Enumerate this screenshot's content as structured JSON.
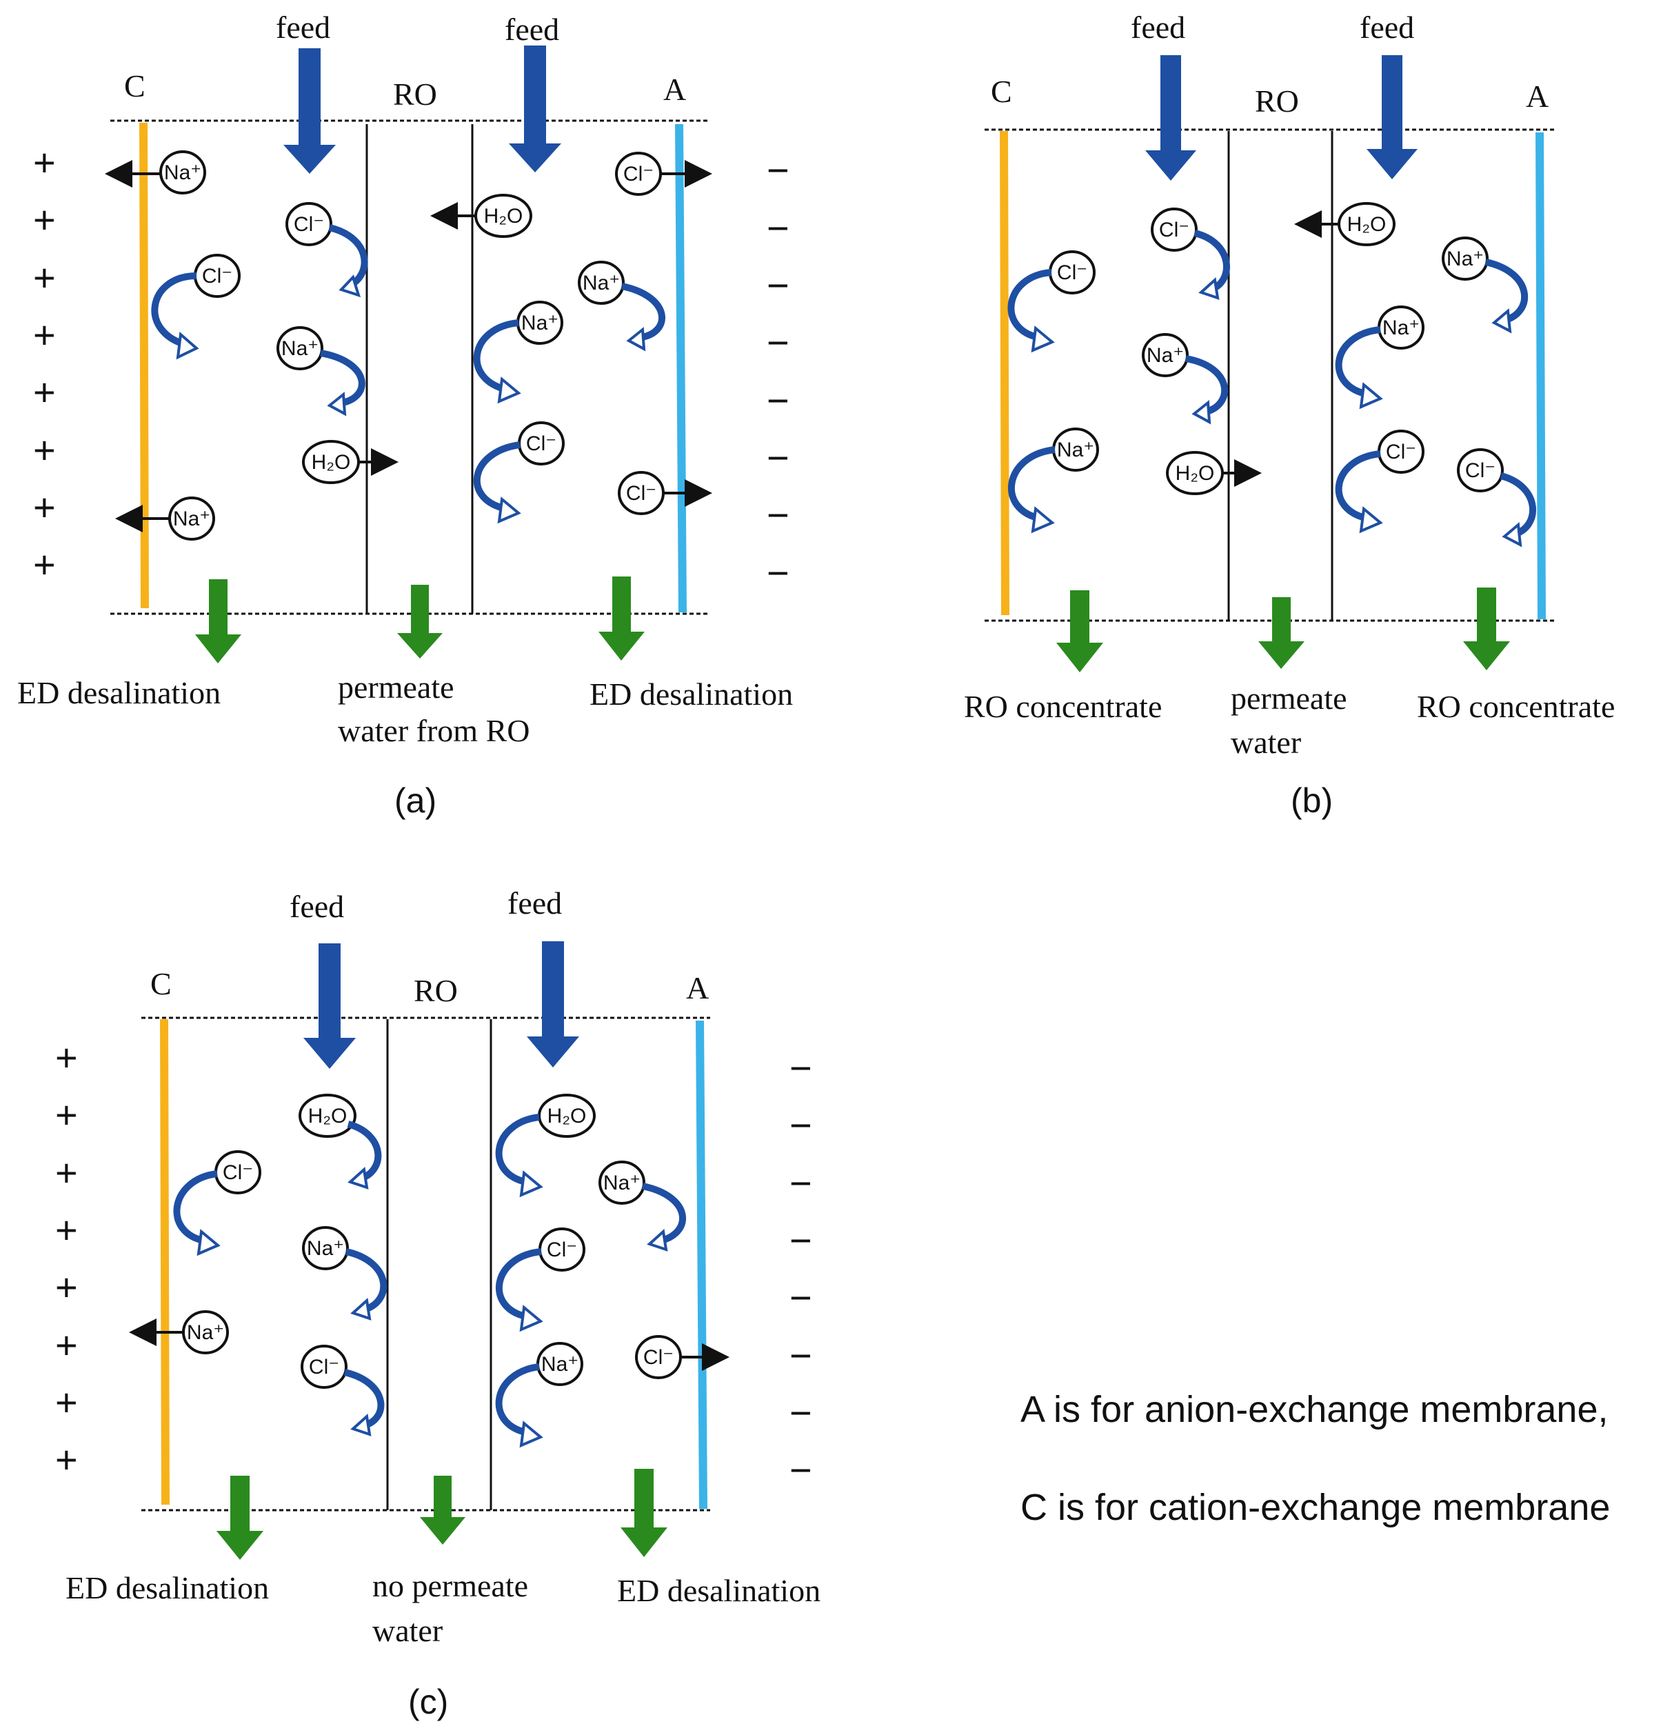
{
  "colors": {
    "cation_membrane": "#F7B21A",
    "anion_membrane": "#3BB3E8",
    "feed_arrow": "#1E4FA3",
    "outlet_arrow": "#2A8A1E",
    "curved_arrow": "#1E4FA3",
    "outline": "#111111"
  },
  "icons": {
    "feed_arrow": "down-arrow-blue",
    "outlet_arrow": "down-arrow-green",
    "ion_transport": "curved-arrow",
    "ion_passage": "straight-arrow"
  },
  "ions": {
    "na": "Na⁺",
    "cl": "Cl⁻",
    "h2o": "H₂O"
  },
  "panels": [
    {
      "id": "a",
      "caption": "(a)",
      "membrane_c": "C",
      "membrane_a": "A",
      "ro_label": "RO",
      "feed_left": "feed",
      "feed_right": "feed",
      "electrode_left": "+",
      "electrode_right": "−",
      "out_left": "ED desalination",
      "out_middle": [
        "permeate",
        "water from RO"
      ],
      "out_right": "ED desalination"
    },
    {
      "id": "b",
      "caption": "(b)",
      "membrane_c": "C",
      "membrane_a": "A",
      "ro_label": "RO",
      "feed_left": "feed",
      "feed_right": "feed",
      "out_left": "RO concentrate",
      "out_middle": [
        "permeate",
        "water"
      ],
      "out_right": "RO concentrate"
    },
    {
      "id": "c",
      "caption": "(c)",
      "membrane_c": "C",
      "membrane_a": "A",
      "ro_label": "RO",
      "feed_left": "feed",
      "feed_right": "feed",
      "electrode_left": "+",
      "electrode_right": "−",
      "out_left": "ED desalination",
      "out_middle": [
        "no permeate",
        "water"
      ],
      "out_right": "ED desalination"
    }
  ],
  "legend": {
    "line1": "A is for anion-exchange membrane,",
    "line2": "C is for cation-exchange membrane"
  }
}
